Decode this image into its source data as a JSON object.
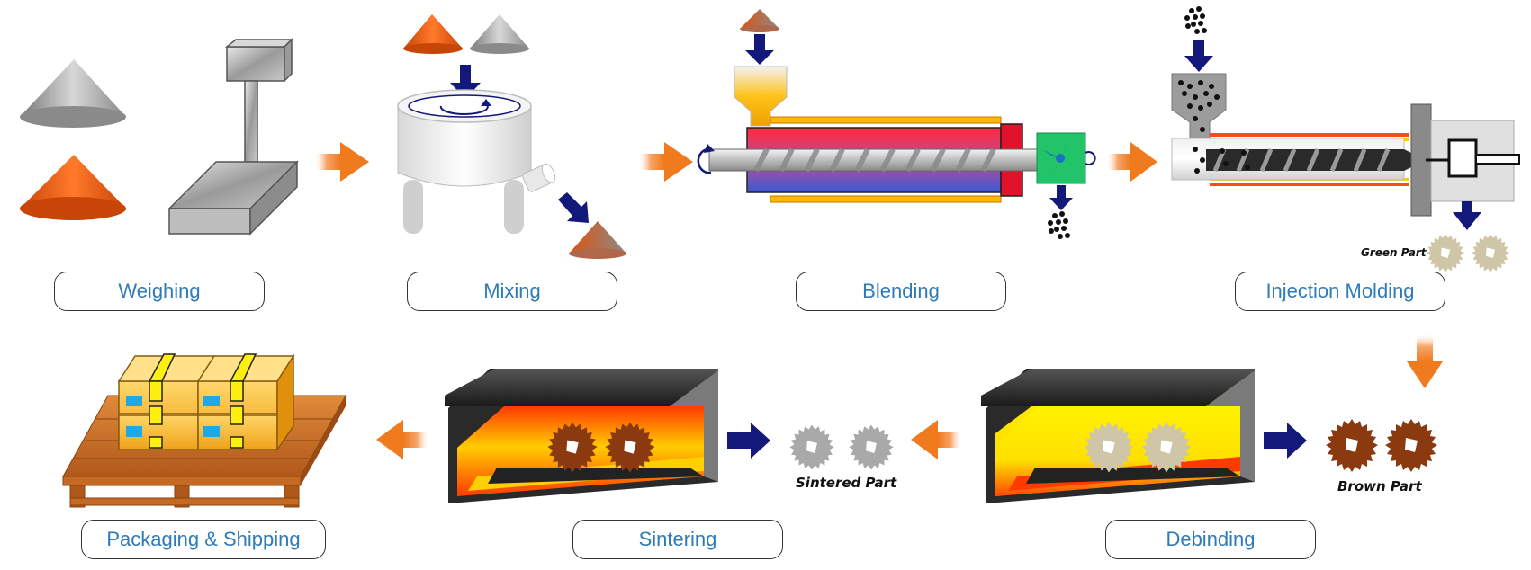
{
  "stages": [
    {
      "id": "weighing",
      "label": "Weighing"
    },
    {
      "id": "mixing",
      "label": "Mixing"
    },
    {
      "id": "blending",
      "label": "Blending"
    },
    {
      "id": "injection_molding",
      "label": "Injection Molding"
    },
    {
      "id": "debinding",
      "label": "Debinding"
    },
    {
      "id": "sintering",
      "label": "Sintering"
    },
    {
      "id": "packaging",
      "label": "Packaging & Shipping"
    }
  ],
  "parts": {
    "green": "Green Part",
    "brown": "Brown Part",
    "sintered": "Sintered Part"
  },
  "colors": {
    "label_text": "#2e7bb8",
    "flow_arrow": "#f07a1e",
    "feed_arrow": "#12197a",
    "powder_orange": "#e0520e",
    "powder_gray": "#9a9a9a",
    "green_part": "#cfc6a8",
    "brown_part": "#8b3a10",
    "sintered_part": "#a9a9a9"
  }
}
